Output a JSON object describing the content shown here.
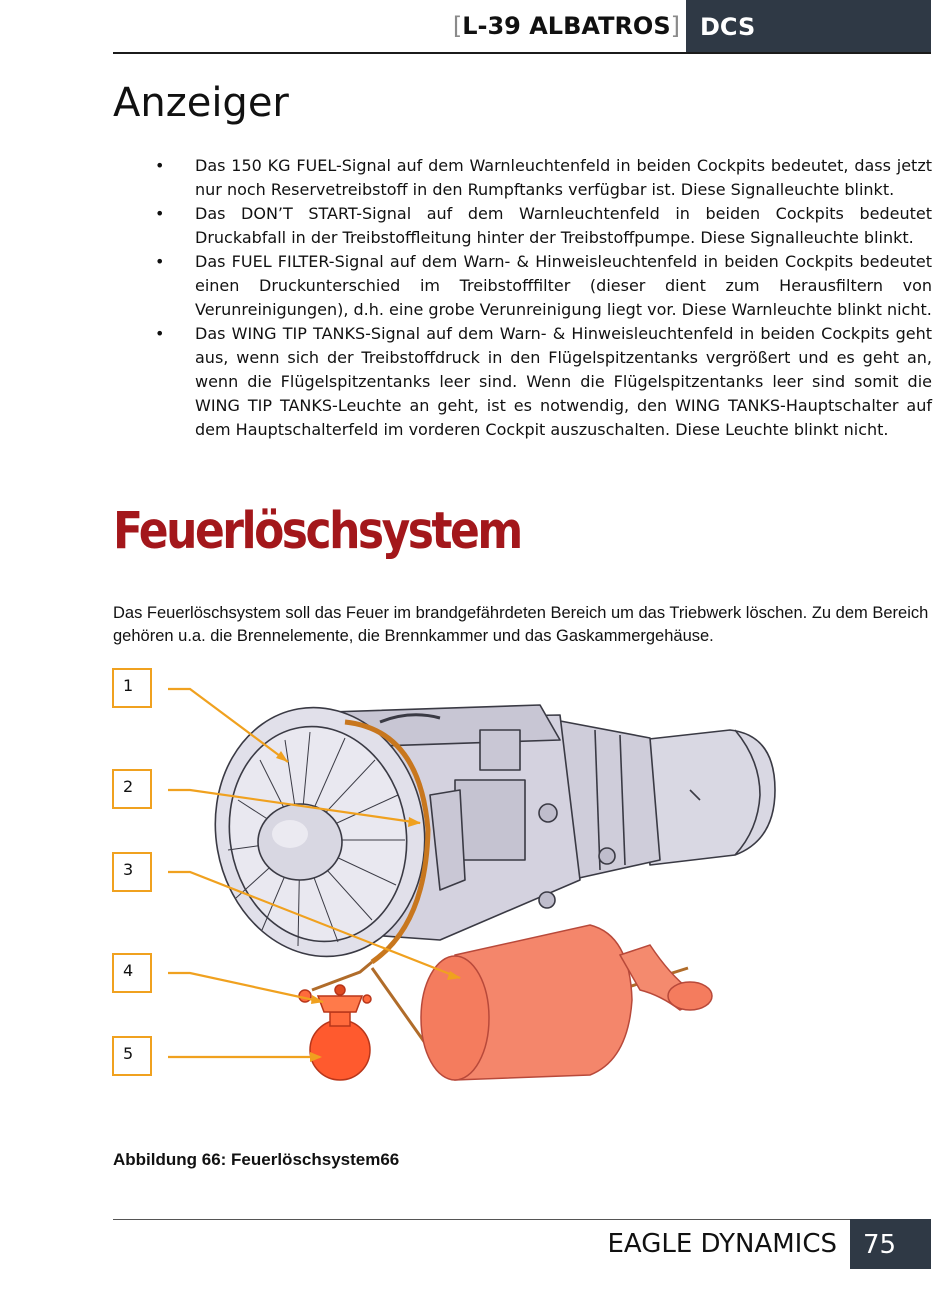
{
  "header": {
    "bracket_open": "[",
    "title": "L-39 ALBATROS",
    "bracket_close": "]",
    "badge": "DCS"
  },
  "section": {
    "heading": "Anzeiger",
    "bullet_char": "•",
    "bullets": [
      "Das 150 KG FUEL-Signal auf dem Warnleuchtenfeld in beiden Cockpits bedeutet, dass jetzt nur noch Reservetreibstoff in den Rumpftanks verfügbar ist. Diese Signalleuchte blinkt.",
      "Das DON’T START-Signal auf dem Warnleuchtenfeld in beiden Cockpits bedeutet Druckabfall in der Treibstoffleitung hinter der Treibstoffpumpe. Diese Signalleuchte blinkt.",
      "Das FUEL FILTER-Signal auf dem Warn- & Hinweisleuchtenfeld in beiden Cockpits bedeutet einen Druckunterschied im Treibstofffilter (dieser dient zum Herausfiltern von Verunreinigungen), d.h. eine grobe Verunreinigung liegt vor. Diese Warnleuchte blinkt nicht.",
      "Das WING TIP TANKS-Signal auf dem Warn- & Hinweisleuchtenfeld in beiden Cockpits geht aus, wenn sich der Treibstoffdruck in den Flügelspitzentanks vergrößert und es geht an, wenn die Flügelspitzentanks leer sind. Wenn die Flügelspitzentanks leer sind somit die WING TIP TANKS-Leuchte an geht, ist es notwendig, den WING TANKS-Hauptschalter auf dem Hauptschalterfeld im vorderen Cockpit auszuschalten. Diese Leuchte blinkt nicht."
    ]
  },
  "fire_section": {
    "heading": "Feuerlöschsystem",
    "intro": "Das Feuerlöschsystem soll das Feuer im brandgefährdeten Bereich um das Triebwerk löschen. Zu dem Bereich gehören u.a. die Brennelemente, die Brennkammer und das Gaskammergehäuse."
  },
  "figure": {
    "callouts": [
      "1",
      "2",
      "3",
      "4",
      "5"
    ],
    "caption": "Abbildung 66: Feuerlöschsystem66",
    "colors": {
      "callout_line": "#f0a11f",
      "engine_body": "#d4d2df",
      "engine_outline": "#3a3a44",
      "fire_ring": "#c8771e",
      "tank": "#f47c5e",
      "extinguisher": "#ff5a2e"
    }
  },
  "footer": {
    "publisher": "EAGLE DYNAMICS",
    "page_number": "75"
  }
}
